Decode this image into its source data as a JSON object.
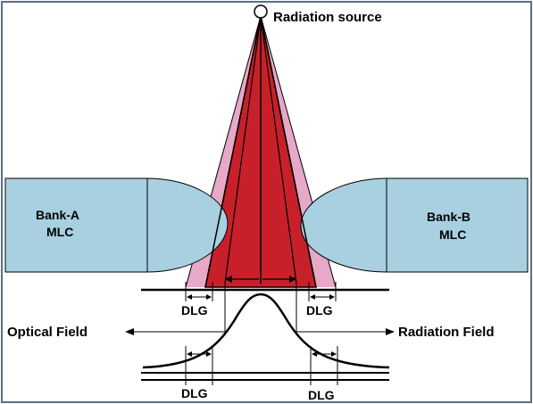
{
  "labels": {
    "source": "Radiation source",
    "bank_a_line1": "Bank-A",
    "bank_a_line2": "MLC",
    "bank_b_line1": "Bank-B",
    "bank_b_line2": "MLC",
    "optical_field": "Optical Field",
    "radiation_field": "Radiation Field",
    "dlg": "DLG"
  },
  "colors": {
    "beam": "#c8202a",
    "penumbra": "#e8a8c8",
    "mlc": "#a8d0e0",
    "outline": "#000000",
    "border": "#5a7080"
  }
}
